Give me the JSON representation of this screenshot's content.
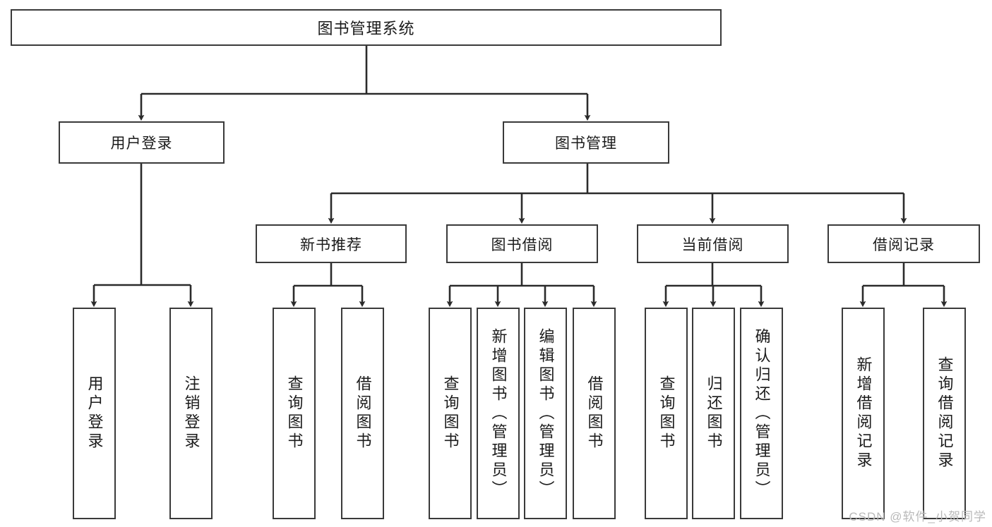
{
  "diagram": {
    "type": "tree",
    "title": "图书管理系统",
    "root": {
      "label": "图书管理系统"
    },
    "level2": [
      {
        "label": "用户登录"
      },
      {
        "label": "图书管理"
      }
    ],
    "level3": [
      {
        "label": "新书推荐"
      },
      {
        "label": "图书借阅"
      },
      {
        "label": "当前借阅"
      },
      {
        "label": "借阅记录"
      }
    ],
    "leaves": {
      "user_login": [
        {
          "label": "用户登录"
        },
        {
          "label": "注销登录"
        }
      ],
      "new_book_recommend": [
        {
          "label": "查询图书"
        },
        {
          "label": "借阅图书"
        }
      ],
      "book_borrow": [
        {
          "label": "查询图书"
        },
        {
          "label": "新增图书（管理员）"
        },
        {
          "label": "编辑图书（管理员）"
        },
        {
          "label": "借阅图书"
        }
      ],
      "current_borrow": [
        {
          "label": "查询图书"
        },
        {
          "label": "归还图书"
        },
        {
          "label": "确认归还（管理员）"
        }
      ],
      "borrow_record": [
        {
          "label": "新增借阅记录"
        },
        {
          "label": "查询借阅记录"
        }
      ]
    }
  },
  "watermark": {
    "text": "CSDN @软件_小贺同学"
  },
  "colors": {
    "box_border": "#3a3a3a",
    "box_fill": "#ffffff",
    "connector": "#2b2b2b",
    "text": "#1b1b1b",
    "watermark": "#b9b9b9"
  }
}
